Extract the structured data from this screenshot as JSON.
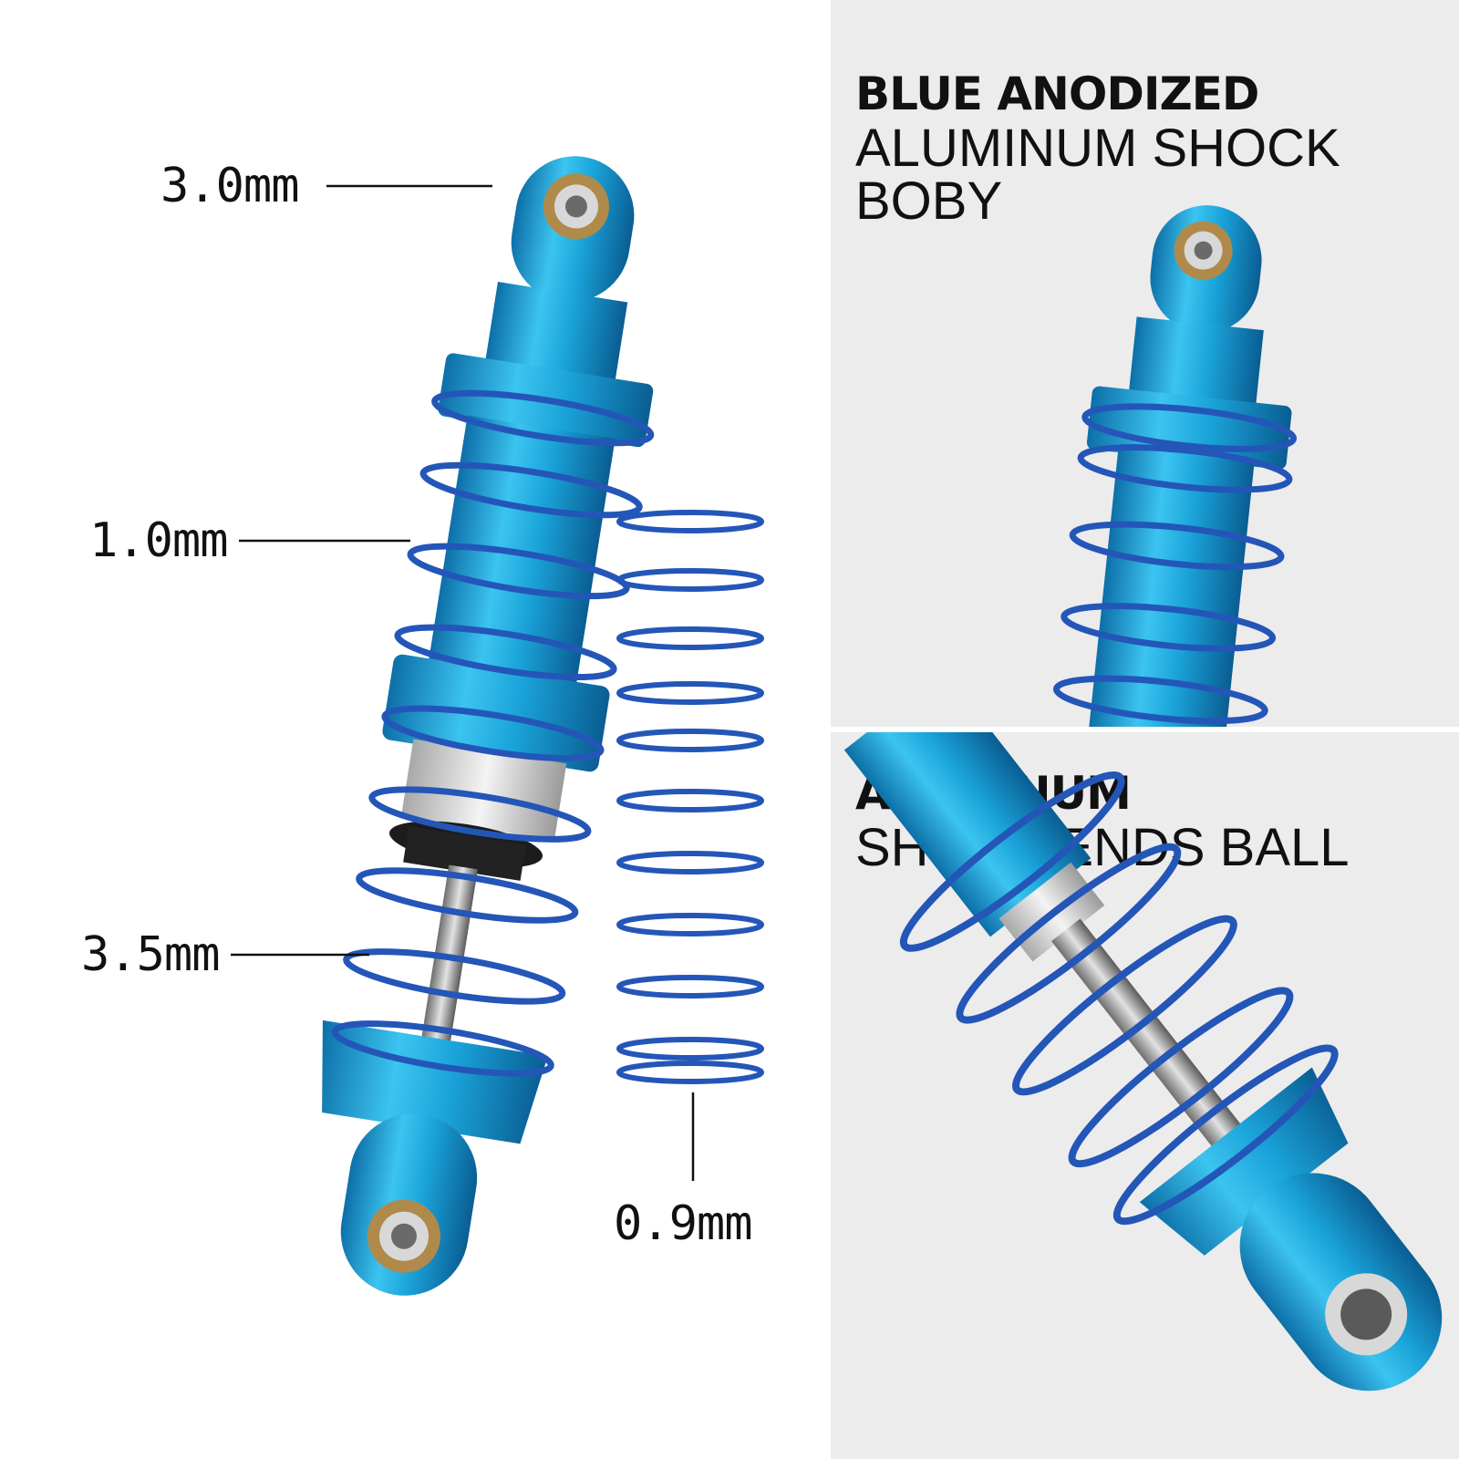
{
  "dimensions": {
    "eye_bore": "3.0mm",
    "spring_wire_top": "1.0mm",
    "shaft": "3.5mm",
    "spring_wire_spare": "0.9mm"
  },
  "features": [
    {
      "bold": "BLUE ANODIZED",
      "text": "ALUMINUM SHOCK BOBY"
    },
    {
      "bold": "ALUMINUM",
      "text": "SHOCK ENDS BALL"
    }
  ],
  "colors": {
    "body_blue": "#1aa3d9",
    "spring_blue": "#2456b8",
    "panel_bg": "#ececec"
  }
}
